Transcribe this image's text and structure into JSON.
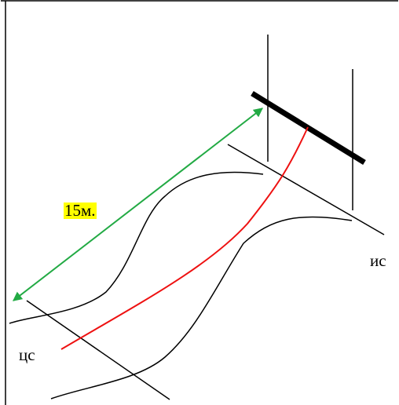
{
  "labels": {
    "distance": "15м.",
    "is": "ис",
    "cs": "цс"
  },
  "colors": {
    "trajectory": "#ee1111",
    "distance_arrow": "#22aa44",
    "strokes": "#000000",
    "distance_highlight": "#ffff00"
  }
}
